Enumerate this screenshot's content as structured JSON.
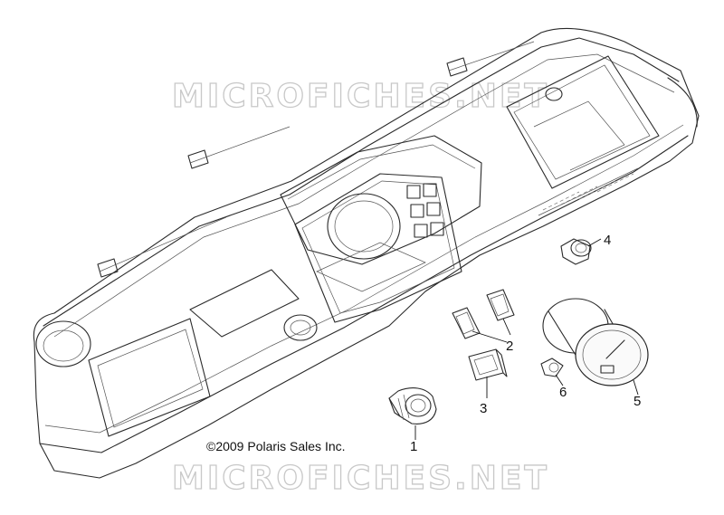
{
  "watermark": {
    "text": "MICROFICHES.NET"
  },
  "copyright": "©2009 Polaris Sales Inc.",
  "callouts": [
    {
      "id": "1",
      "part": "ignition-switch"
    },
    {
      "id": "2",
      "part": "rocker-switches"
    },
    {
      "id": "3",
      "part": "switch"
    },
    {
      "id": "4",
      "part": "indicator-light"
    },
    {
      "id": "5",
      "part": "speedometer-gauge"
    },
    {
      "id": "6",
      "part": "bulb"
    }
  ],
  "colors": {
    "line": "#2a2a2a",
    "watermark": "#c8c8c8",
    "background": "#ffffff"
  }
}
